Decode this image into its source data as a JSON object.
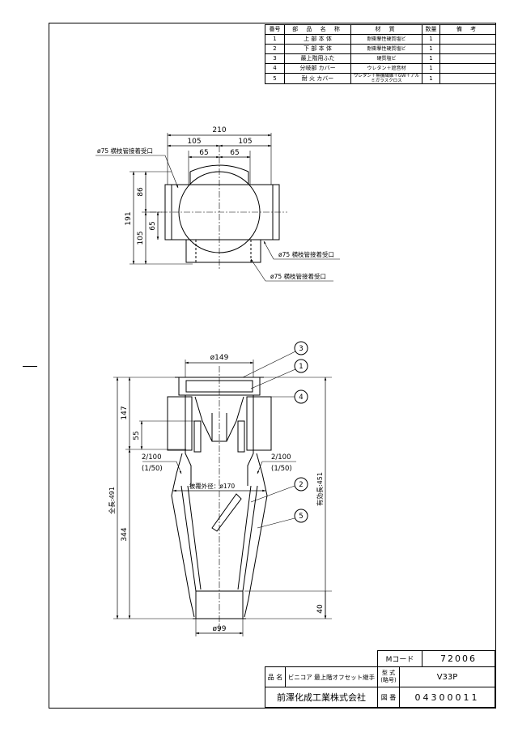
{
  "parts_table": {
    "headers": [
      "番号",
      "部 品 名 称",
      "材 質",
      "数量",
      "備 考"
    ],
    "rows": [
      {
        "no": "1",
        "name": "上 部 本 体",
        "material": "耐衝撃性硬質塩ビ",
        "qty": "1",
        "note": ""
      },
      {
        "no": "2",
        "name": "下 部 本 体",
        "material": "耐衝撃性硬質塩ビ",
        "qty": "1",
        "note": ""
      },
      {
        "no": "3",
        "name": "最上階用ふた",
        "material": "硬質塩ビ",
        "qty": "1",
        "note": ""
      },
      {
        "no": "4",
        "name": "分岐部 カバー",
        "material": "ウレタン＋遮音材",
        "qty": "1",
        "note": ""
      },
      {
        "no": "5",
        "name": "耐 火 カバー",
        "material": "ウレタン＋無機繊維＋GW＋アルミガラスクロス",
        "qty": "1",
        "note": ""
      }
    ]
  },
  "top_view": {
    "dim_total_width": "210",
    "dim_half_left": "105",
    "dim_half_right": "105",
    "dim_inner_left": "65",
    "dim_inner_right": "65",
    "dim_height_total": "191",
    "dim_height_upper": "86",
    "dim_height_lower": "105",
    "dim_height_mid": "65",
    "label_inlet_left": "ø75 横枝管接着受口",
    "label_inlet_right": "ø75 横枝管接着受口",
    "label_inlet_bottom": "ø75 横枝管接着受口"
  },
  "section_view": {
    "dim_top_dia": "ø149",
    "dim_upper": "147",
    "dim_branch": "55",
    "dim_lower": "344",
    "dim_total_length": "全長:491",
    "dim_effective_length": "有効長:451",
    "dim_bottom": "40",
    "dim_bottom_dia": "ø99",
    "dim_cover_dia": "被覆外径：ø170",
    "slope_left": "2/100",
    "slope_left_alt": "(1/50)",
    "slope_right": "2/100",
    "slope_right_alt": "(1/50)",
    "callouts": [
      "3",
      "1",
      "4",
      "2",
      "5"
    ]
  },
  "title_block": {
    "mcode_label": "Mコード",
    "mcode_value": "72006",
    "name_label": "品 名",
    "name_value": "ビニコア 最上階オフセット継手",
    "model_label": "型 式",
    "model_label_sub": "(略号)",
    "model_value": "V33P",
    "company": "前澤化成工業株式会社",
    "drawing_label": "図 番",
    "drawing_value": "04300011"
  }
}
